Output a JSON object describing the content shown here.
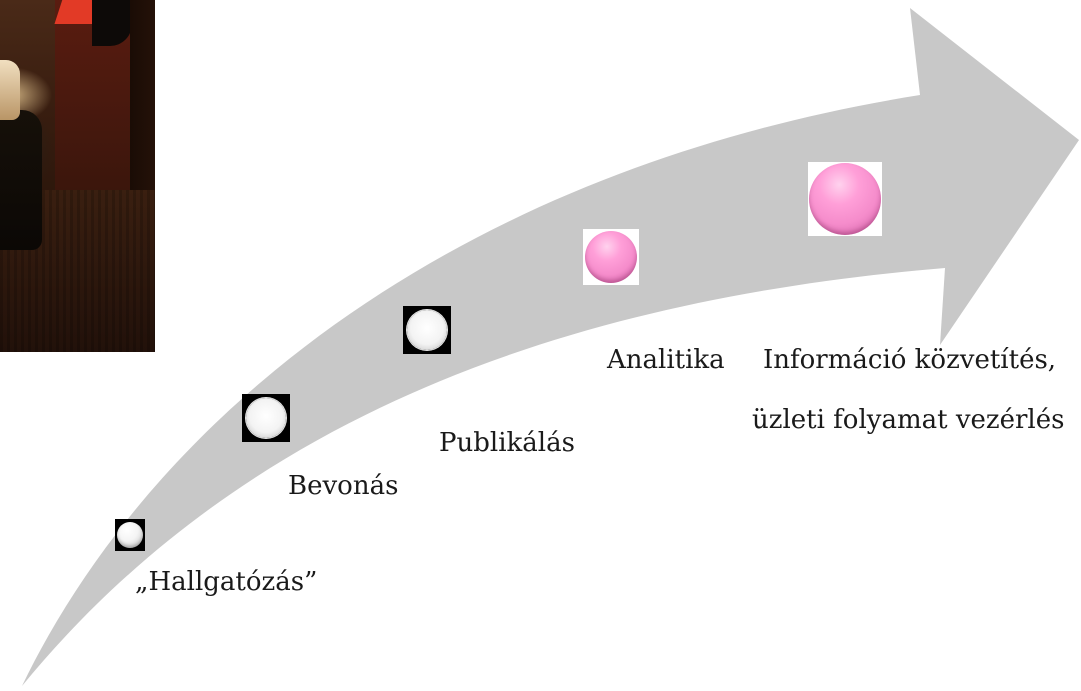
{
  "steps": [
    {
      "label": "„Hallgatózás”",
      "icon": "white-ball-icon",
      "color": "#ffffff"
    },
    {
      "label": "Bevonás",
      "icon": "white-ring-ball-icon",
      "color": "#ffffff"
    },
    {
      "label": "Publikálás",
      "icon": "white-ring-ball-icon",
      "color": "#ffffff"
    },
    {
      "label": "Analitika",
      "icon": "pink-ball-icon",
      "color": "#f58ccb"
    },
    {
      "label_line1": "Információ közvetítés,",
      "label_line2": "üzleti folyamat vezérlés",
      "icon": "pink-ball-icon",
      "color": "#f58ccb"
    }
  ],
  "arrow": {
    "color": "#c8c8c8"
  },
  "photo": {
    "icon": "office-photo"
  }
}
